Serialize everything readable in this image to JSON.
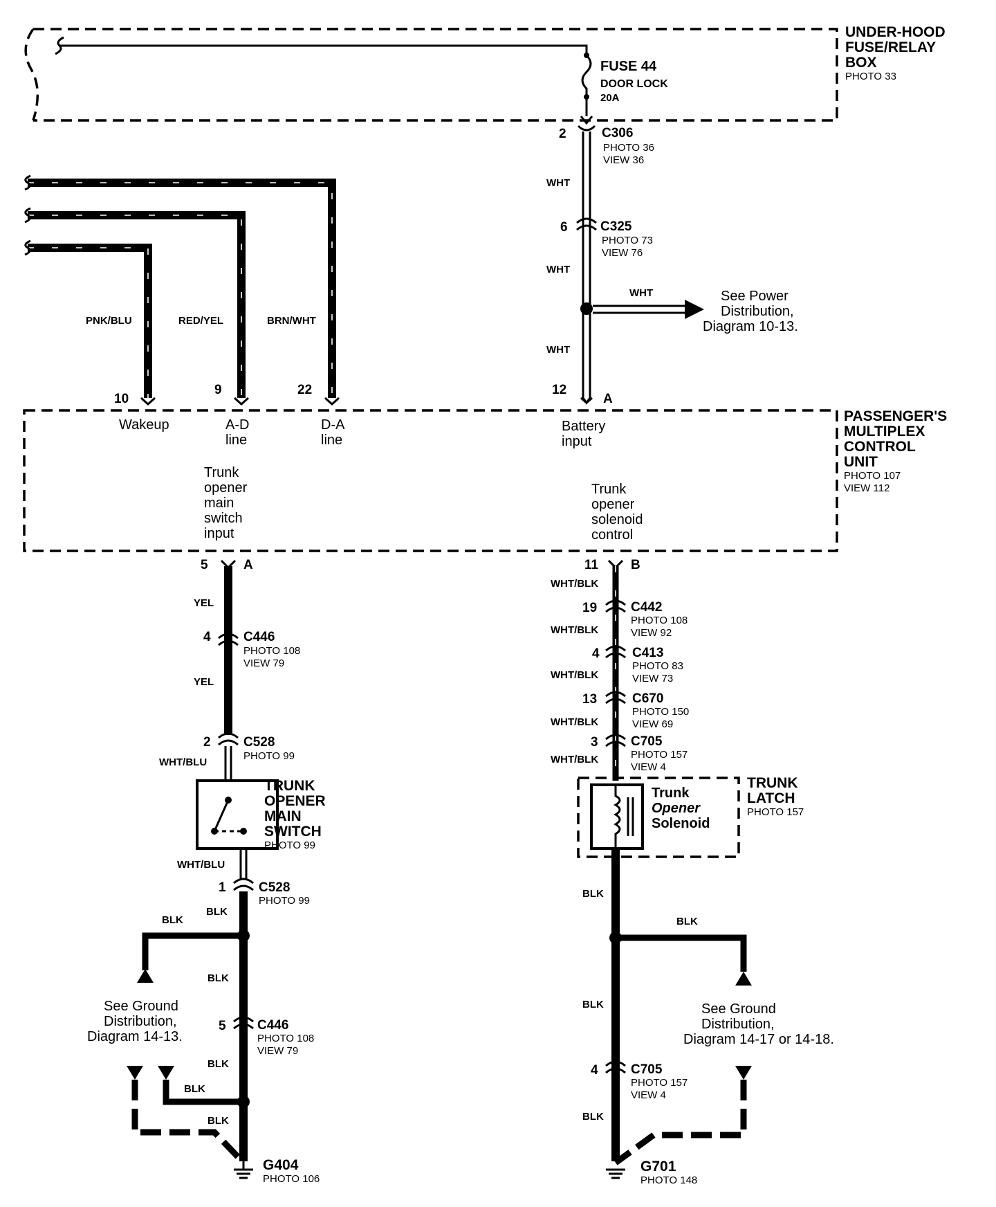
{
  "fuse_box": {
    "title_lines": [
      "UNDER-HOOD",
      "FUSE/RELAY",
      "BOX"
    ],
    "photo": "PHOTO 33"
  },
  "fuse": {
    "name": "FUSE 44",
    "desc": "DOOR LOCK",
    "rating": "20A"
  },
  "control_unit": {
    "title_lines": [
      "PASSENGER'S",
      "MULTIPLEX",
      "CONTROL",
      "UNIT"
    ],
    "photo": "PHOTO 107",
    "view": "VIEW 112",
    "inputs": {
      "wakeup": "Wakeup",
      "ad": [
        "A-D",
        "line"
      ],
      "da": [
        "D-A",
        "line"
      ],
      "battery": [
        "Battery",
        "input"
      ],
      "main_switch": [
        "Trunk",
        "opener",
        "main",
        "switch",
        "input"
      ],
      "solenoid_ctrl": [
        "Trunk",
        "opener",
        "solenoid",
        "control"
      ]
    }
  },
  "pins": {
    "wakeup": "10",
    "ad": "9",
    "da": "22",
    "battery": "12",
    "battery_conn": "A",
    "main_switch": "5",
    "main_switch_conn": "A",
    "solenoid_ctrl": "11",
    "solenoid_conn": "B"
  },
  "wires": {
    "pnk_blu": "PNK/BLU",
    "red_yel": "RED/YEL",
    "brn_wht": "BRN/WHT",
    "wht": "WHT",
    "yel": "YEL",
    "wht_blu": "WHT/BLU",
    "wht_blk": "WHT/BLK",
    "blk": "BLK"
  },
  "connectors": {
    "c306": {
      "name": "C306",
      "pin": "2",
      "photo": "PHOTO 36",
      "view": "VIEW 36"
    },
    "c325": {
      "name": "C325",
      "pin": "6",
      "photo": "PHOTO 73",
      "view": "VIEW 76"
    },
    "c446_top": {
      "name": "C446",
      "pin": "4",
      "photo": "PHOTO 108",
      "view": "VIEW 79"
    },
    "c528_top": {
      "name": "C528",
      "pin": "2",
      "photo": "PHOTO 99"
    },
    "c528_bot": {
      "name": "C528",
      "pin": "1",
      "photo": "PHOTO 99"
    },
    "c446_bot": {
      "name": "C446",
      "pin": "5",
      "photo": "PHOTO 108",
      "view": "VIEW 79"
    },
    "c442": {
      "name": "C442",
      "pin": "19",
      "photo": "PHOTO 108",
      "view": "VIEW 92"
    },
    "c413": {
      "name": "C413",
      "pin": "4",
      "photo": "PHOTO 83",
      "view": "VIEW 73"
    },
    "c670": {
      "name": "C670",
      "pin": "13",
      "photo": "PHOTO 150",
      "view": "VIEW 69"
    },
    "c705_top": {
      "name": "C705",
      "pin": "3",
      "photo": "PHOTO 157",
      "view": "VIEW 4"
    },
    "c705_bot": {
      "name": "C705",
      "pin": "4",
      "photo": "PHOTO 157",
      "view": "VIEW 4"
    }
  },
  "switch": {
    "title_lines": [
      "TRUNK",
      "OPENER",
      "MAIN",
      "SWITCH"
    ],
    "photo": "PHOTO 99"
  },
  "latch": {
    "title_lines": [
      "TRUNK",
      "LATCH"
    ],
    "photo": "PHOTO 157",
    "solenoid_lines": [
      "Trunk",
      "Opener",
      "Solenoid"
    ]
  },
  "grounds": {
    "g404": {
      "name": "G404",
      "photo": "PHOTO 106"
    },
    "g701": {
      "name": "G701",
      "photo": "PHOTO 148"
    }
  },
  "refs": {
    "power": [
      "See Power",
      "Distribution,",
      "Diagram 10-13."
    ],
    "ground_left": [
      "See  Ground",
      "Distribution,",
      "Diagram 14-13."
    ],
    "ground_right": [
      "See  Ground",
      "Distribution,",
      "Diagram 14-17 or 14-18."
    ]
  }
}
